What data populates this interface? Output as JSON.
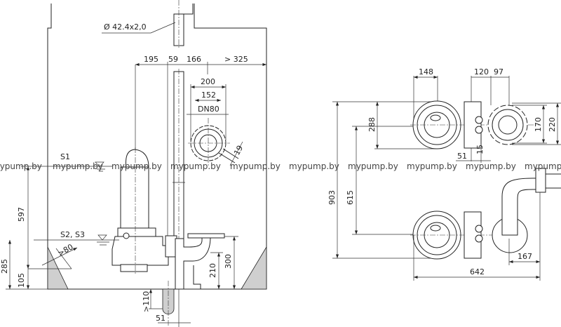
{
  "watermark": "mypump.by",
  "side_view": {
    "pipe_label": "Ø 42.4x2,0",
    "dims_top": [
      "195",
      "59",
      "166",
      "> 325"
    ],
    "flange_dims": [
      "200",
      "152",
      "DN80"
    ],
    "angle_dim": "19",
    "levels": [
      "S1",
      "S2, S3"
    ],
    "slope_dim": ">80",
    "vertical_dims": [
      "597",
      "285",
      "105",
      "210",
      "300",
      ">110"
    ],
    "bottom_dim": "51"
  },
  "plan_view": {
    "top_dims": [
      "148",
      "120",
      "97"
    ],
    "vertical_dims": [
      "903",
      "615",
      "288"
    ],
    "flange_dims": [
      "170",
      "220"
    ],
    "small_dims": [
      "51",
      "15"
    ],
    "bottom_dims": [
      "167",
      "642"
    ]
  }
}
